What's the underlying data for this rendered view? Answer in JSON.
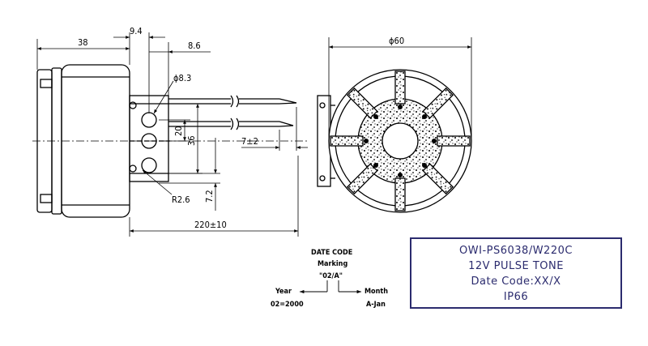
{
  "dimensions": {
    "d38": "38",
    "d9_4": "9.4",
    "d8_6": "8.6",
    "phi60": "ϕ60",
    "phi8_3": "ϕ8.3",
    "d20": "20",
    "d36": "36",
    "d7pm2": "7±2",
    "d7_2": "7.2",
    "r2_6": "R2.6",
    "d220pm10": "220±10"
  },
  "date_code": {
    "title": "DATE CODE",
    "marking": "Marking",
    "sample": "\"02/A\"",
    "year_label": "Year",
    "year_example": "02=2000",
    "month_label": "Month",
    "month_example": "A-Jan"
  },
  "label_box": {
    "line1": "OWI-PS6038/W220C",
    "line2": "12V PULSE TONE",
    "line3": "Date Code:XX/X",
    "line4": "IP66"
  },
  "colors": {
    "ink": "#000000",
    "label_ink": "#2b2b6e"
  }
}
